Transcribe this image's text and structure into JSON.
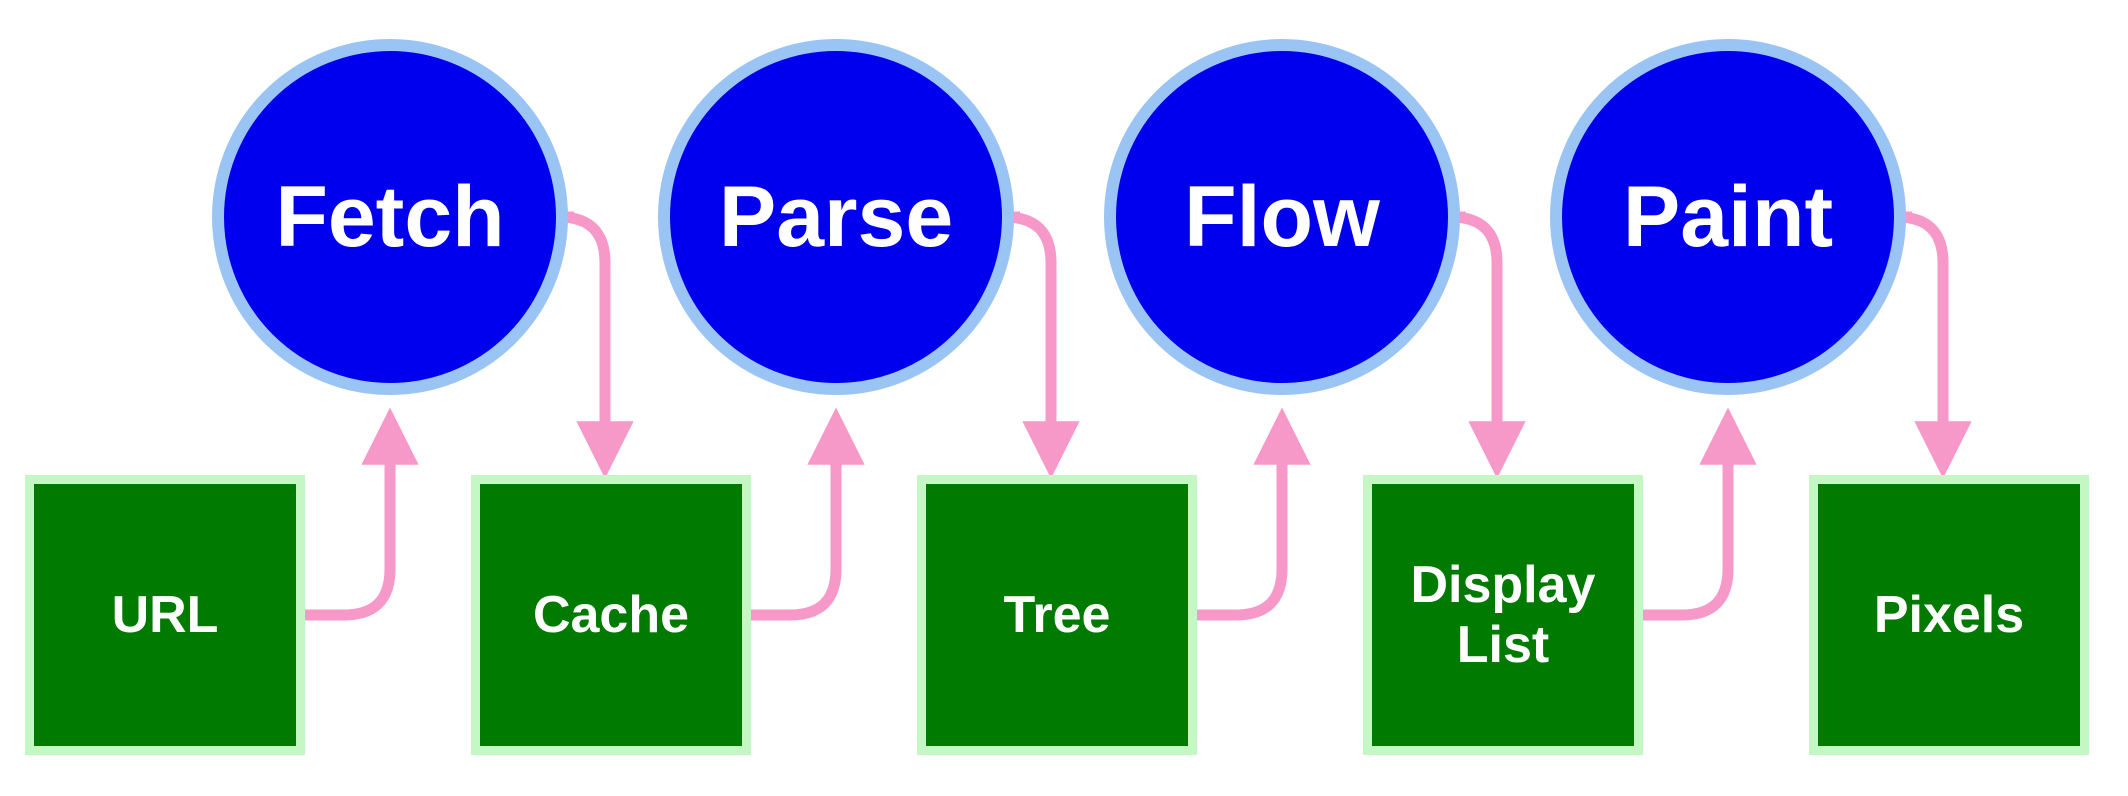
{
  "colors": {
    "process_fill": "#0000ee",
    "process_ring": "#99c4f4",
    "data_fill": "#007a00",
    "data_border": "#c4f7c4",
    "connector": "#f799c8",
    "label_text": "#ffffff",
    "background": "#ffffff"
  },
  "processes": [
    {
      "label": "Fetch"
    },
    {
      "label": "Parse"
    },
    {
      "label": "Flow"
    },
    {
      "label": "Paint"
    }
  ],
  "data_items": [
    {
      "lines": [
        "URL"
      ]
    },
    {
      "lines": [
        "Cache"
      ]
    },
    {
      "lines": [
        "Tree"
      ]
    },
    {
      "lines": [
        "Display",
        "List"
      ]
    },
    {
      "lines": [
        "Pixels"
      ]
    }
  ]
}
